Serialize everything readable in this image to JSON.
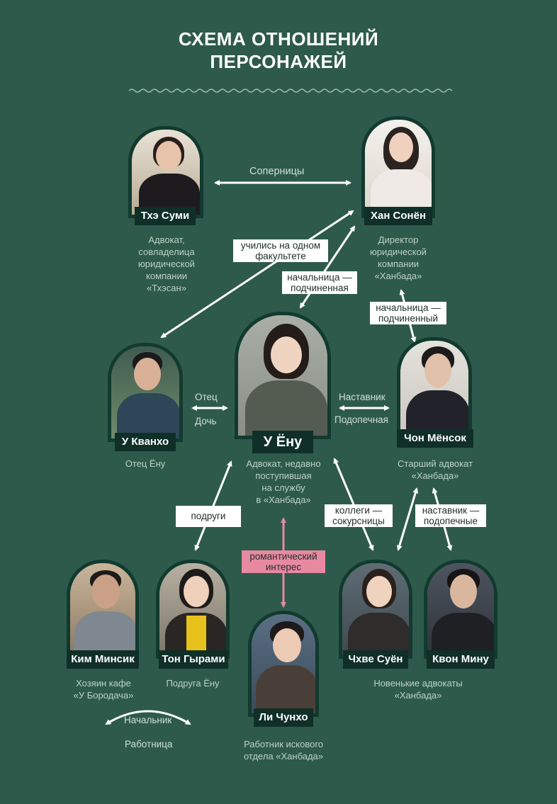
{
  "title_line1": "СХЕМА ОТНОШЕНИЙ",
  "title_line2": "ПЕРСОНАЖЕЙ",
  "characters": {
    "tae": {
      "name": "Тхэ Суми",
      "desc": [
        "Адвокат,",
        "совладелица",
        "юридической",
        "компании",
        "«Тхэсан»"
      ]
    },
    "han": {
      "name": "Хан Сонён",
      "desc": [
        "Директор",
        "юридической",
        "компании",
        "«Ханбада»"
      ]
    },
    "woo_kwangho": {
      "name": "У Кванхо",
      "desc": [
        "Отец Ёну"
      ]
    },
    "young_woo": {
      "name": "У Ёну",
      "desc": [
        "Адвокат, недавно",
        "поступившая",
        "на службу",
        "в «Ханбада»"
      ]
    },
    "jung": {
      "name": "Чон Мёнсок",
      "desc": [
        "Старший адвокат",
        "«Ханбада»"
      ]
    },
    "kim": {
      "name": "Ким Минсик",
      "desc": [
        "Хозяин кафе",
        "«У Бородача»"
      ]
    },
    "dong": {
      "name": "Тон Гырами",
      "desc": [
        "Подруга Ёну"
      ]
    },
    "lee": {
      "name": "Ли Чунхо",
      "desc": [
        "Работник искового",
        "отдела «Ханбада»"
      ]
    },
    "choi": {
      "name": "Чхве Суён"
    },
    "kwon": {
      "name": "Квон Мину"
    },
    "newbies_desc": [
      "Новенькие адвокаты",
      "«Ханбада»"
    ]
  },
  "relations": {
    "rivals": "Соперницы",
    "studied": [
      "учились на одном",
      "факультете"
    ],
    "boss_sub_f": [
      "начальница —",
      "подчиненная"
    ],
    "boss_sub_m": [
      "начальница —",
      "подчиненный"
    ],
    "father": "Отец",
    "daughter": "Дочь",
    "mentor": "Наставник",
    "mentee": "Подопечная",
    "friends": "подруги",
    "romance": [
      "романтический",
      "интерес"
    ],
    "colleagues": [
      "коллеги —",
      "сокурсницы"
    ],
    "mentor_mentees": [
      "наставник —",
      "подопечные"
    ],
    "chief": "Начальник",
    "worker": "Работница"
  },
  "colors": {
    "background": "#2e5a4b",
    "arrow": "#ffffff",
    "romance": "#e889a2",
    "plate": "#0f2f27"
  }
}
